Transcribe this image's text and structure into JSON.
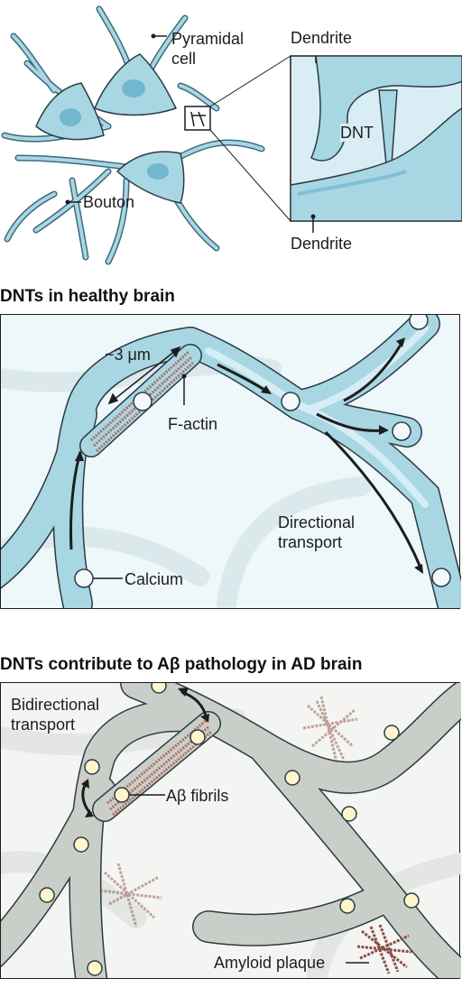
{
  "overview": {
    "labels": {
      "pyramidal_cell": "Pyramidal\ncell",
      "bouton": "Bouton",
      "dendrite_top": "Dendrite",
      "dendrite_bottom": "Dendrite",
      "dnt": "DNT"
    }
  },
  "healthy": {
    "title": "DNTs in healthy brain",
    "labels": {
      "length": "~3 μm",
      "f_actin": "F-actin",
      "directional_transport": "Directional\ntransport",
      "calcium": "Calcium"
    }
  },
  "ad": {
    "title": "DNTs contribute to Aβ pathology in AD brain",
    "labels": {
      "bidirectional_transport": "Bidirectional\ntransport",
      "ab_fibrils": "Aβ fibrils",
      "amyloid_plaque": "Amyloid plaque"
    }
  },
  "colors": {
    "neuron_fill": "#a9d6e3",
    "neuron_dark": "#5aa9c6",
    "outline": "#2a3b44",
    "healthy_bg": "#eef7f9",
    "ad_bg": "#f4f5f2",
    "ad_dendrite": "#c9cfc8",
    "particle_calcium": "#f3f9fb",
    "particle_ab": "#fff6cc",
    "fibril": "#b06a5c"
  }
}
